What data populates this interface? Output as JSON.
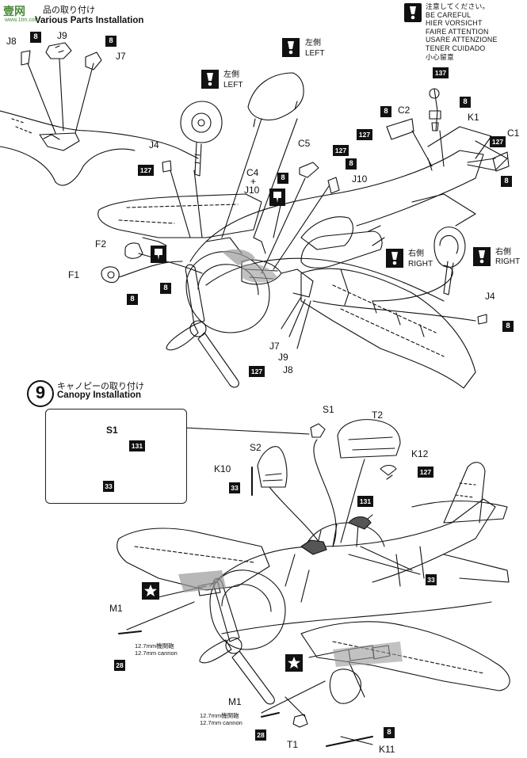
{
  "watermark": {
    "logo": "壹网",
    "url": "www.1tm.com"
  },
  "step8": {
    "title_jp": "品の取り付け",
    "title_en": "Various Parts Installation"
  },
  "warning": {
    "lines": [
      "注意してください。",
      "BE CAREFUL",
      "HIER VORSICHT",
      "FAIRE ATTENTION",
      "USARE ATTENZIONE",
      "TENER CUIDADO",
      "小心留意"
    ]
  },
  "step9": {
    "number": "9",
    "title_jp": "キャノピーの取り付け",
    "title_en": "Canopy Installation"
  },
  "sides": {
    "left_jp": "左側",
    "left_en": "LEFT",
    "right_jp": "右側",
    "right_en": "RIGHT"
  },
  "labels": {
    "J8": "J8",
    "J9": "J9",
    "J7": "J7",
    "J4": "J4",
    "C4": "C4",
    "plus": "+",
    "J10": "J10",
    "C5": "C5",
    "C2": "C2",
    "C1": "C1",
    "K1": "K1",
    "F2": "F2",
    "F1": "F1",
    "S1": "S1",
    "S2": "S2",
    "T2": "T2",
    "K10": "K10",
    "K12": "K12",
    "M1": "M1",
    "T1": "T1",
    "K11": "K11"
  },
  "paint_codes": {
    "c8": "8",
    "c127": "127",
    "c137": "137",
    "c131": "131",
    "c33": "33",
    "c28": "28"
  },
  "notes": {
    "cannon_jp": "12.7mm機関砲",
    "cannon_en": "12.7mm cannon"
  },
  "colors": {
    "ink": "#111111",
    "paper": "#ffffff",
    "watermark_green": "#4a8a3a",
    "shade": "#9a9a9a"
  },
  "icons": [
    "glue-icon",
    "star-marking-icon",
    "cement-tube-icon"
  ]
}
